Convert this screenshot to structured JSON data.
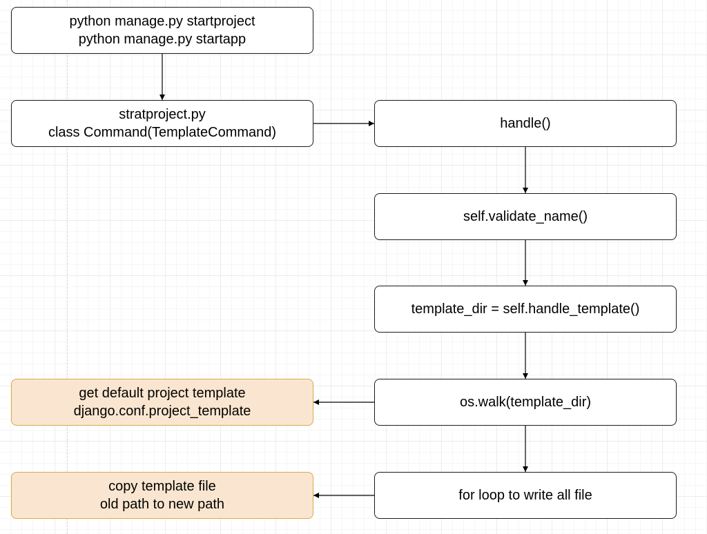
{
  "colors": {
    "box_fill": "#ffffff",
    "box_border": "#1a1a1a",
    "note_fill": "#fae6d0",
    "note_border": "#d7a94a",
    "arrow": "#000000"
  },
  "nodes": {
    "cli": {
      "line1": "python manage.py startproject",
      "line2": "python manage.py startapp"
    },
    "command_class": {
      "line1": "stratproject.py",
      "line2": "class Command(TemplateCommand)"
    },
    "handle": {
      "label": "handle()"
    },
    "validate": {
      "label": "self.validate_name()"
    },
    "template_dir": {
      "label": "template_dir = self.handle_template()"
    },
    "os_walk": {
      "label": "os.walk(template_dir)"
    },
    "default_template": {
      "line1": "get default project template",
      "line2": "django.conf.project_template"
    },
    "write_loop": {
      "label": "for loop to write all file"
    },
    "copy_file": {
      "line1": "copy template file",
      "line2": "old path to new path"
    }
  },
  "edges": [
    {
      "from": "cli",
      "to": "command_class"
    },
    {
      "from": "command_class",
      "to": "handle"
    },
    {
      "from": "handle",
      "to": "validate"
    },
    {
      "from": "validate",
      "to": "template_dir"
    },
    {
      "from": "template_dir",
      "to": "os_walk"
    },
    {
      "from": "os_walk",
      "to": "default_template"
    },
    {
      "from": "os_walk",
      "to": "write_loop"
    },
    {
      "from": "write_loop",
      "to": "copy_file"
    }
  ]
}
